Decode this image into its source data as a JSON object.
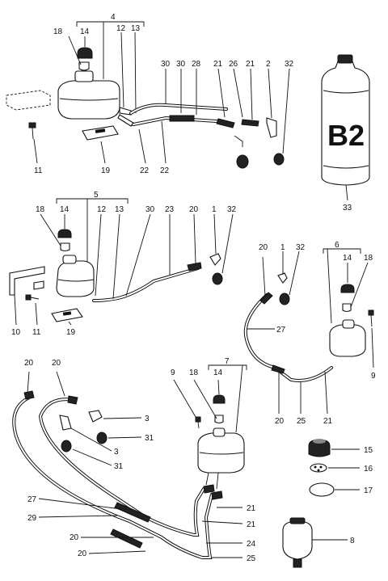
{
  "bottle_text": "B2",
  "callouts": [
    {
      "id": "c-4",
      "text": "4"
    },
    {
      "id": "c-18a",
      "text": "18"
    },
    {
      "id": "c-14a",
      "text": "14"
    },
    {
      "id": "c-12a",
      "text": "12"
    },
    {
      "id": "c-13a",
      "text": "13"
    },
    {
      "id": "c-30a",
      "text": "30"
    },
    {
      "id": "c-30b",
      "text": "30"
    },
    {
      "id": "c-28",
      "text": "28"
    },
    {
      "id": "c-21a",
      "text": "21"
    },
    {
      "id": "c-26",
      "text": "26"
    },
    {
      "id": "c-21b",
      "text": "21"
    },
    {
      "id": "c-2",
      "text": "2"
    },
    {
      "id": "c-32a",
      "text": "32"
    },
    {
      "id": "c-11a",
      "text": "11"
    },
    {
      "id": "c-19a",
      "text": "19"
    },
    {
      "id": "c-22a",
      "text": "22"
    },
    {
      "id": "c-22b",
      "text": "22"
    },
    {
      "id": "c-33",
      "text": "33"
    },
    {
      "id": "c-5",
      "text": "5"
    },
    {
      "id": "c-18b",
      "text": "18"
    },
    {
      "id": "c-14b",
      "text": "14"
    },
    {
      "id": "c-12b",
      "text": "12"
    },
    {
      "id": "c-13b",
      "text": "13"
    },
    {
      "id": "c-30c",
      "text": "30"
    },
    {
      "id": "c-23",
      "text": "23"
    },
    {
      "id": "c-20a",
      "text": "20"
    },
    {
      "id": "c-1a",
      "text": "1"
    },
    {
      "id": "c-32b",
      "text": "32"
    },
    {
      "id": "c-10",
      "text": "10"
    },
    {
      "id": "c-11b",
      "text": "11"
    },
    {
      "id": "c-19b",
      "text": "19"
    },
    {
      "id": "c-20b",
      "text": "20"
    },
    {
      "id": "c-1b",
      "text": "1"
    },
    {
      "id": "c-32c",
      "text": "32"
    },
    {
      "id": "c-6",
      "text": "6"
    },
    {
      "id": "c-14c",
      "text": "14"
    },
    {
      "id": "c-18c",
      "text": "18"
    },
    {
      "id": "c-27a",
      "text": "27"
    },
    {
      "id": "c-9a",
      "text": "9"
    },
    {
      "id": "c-20c",
      "text": "20"
    },
    {
      "id": "c-25a",
      "text": "25"
    },
    {
      "id": "c-21c",
      "text": "21"
    },
    {
      "id": "c-20d",
      "text": "20"
    },
    {
      "id": "c-20e",
      "text": "20"
    },
    {
      "id": "c-3a",
      "text": "3"
    },
    {
      "id": "c-31a",
      "text": "31"
    },
    {
      "id": "c-3b",
      "text": "3"
    },
    {
      "id": "c-31b",
      "text": "31"
    },
    {
      "id": "c-7",
      "text": "7"
    },
    {
      "id": "c-9b",
      "text": "9"
    },
    {
      "id": "c-18d",
      "text": "18"
    },
    {
      "id": "c-14d",
      "text": "14"
    },
    {
      "id": "c-15",
      "text": "15"
    },
    {
      "id": "c-16",
      "text": "16"
    },
    {
      "id": "c-17",
      "text": "17"
    },
    {
      "id": "c-27b",
      "text": "27"
    },
    {
      "id": "c-29",
      "text": "29"
    },
    {
      "id": "c-21d",
      "text": "21"
    },
    {
      "id": "c-21e",
      "text": "21"
    },
    {
      "id": "c-20f",
      "text": "20"
    },
    {
      "id": "c-24",
      "text": "24"
    },
    {
      "id": "c-20g",
      "text": "20"
    },
    {
      "id": "c-25b",
      "text": "25"
    },
    {
      "id": "c-8",
      "text": "8"
    }
  ]
}
